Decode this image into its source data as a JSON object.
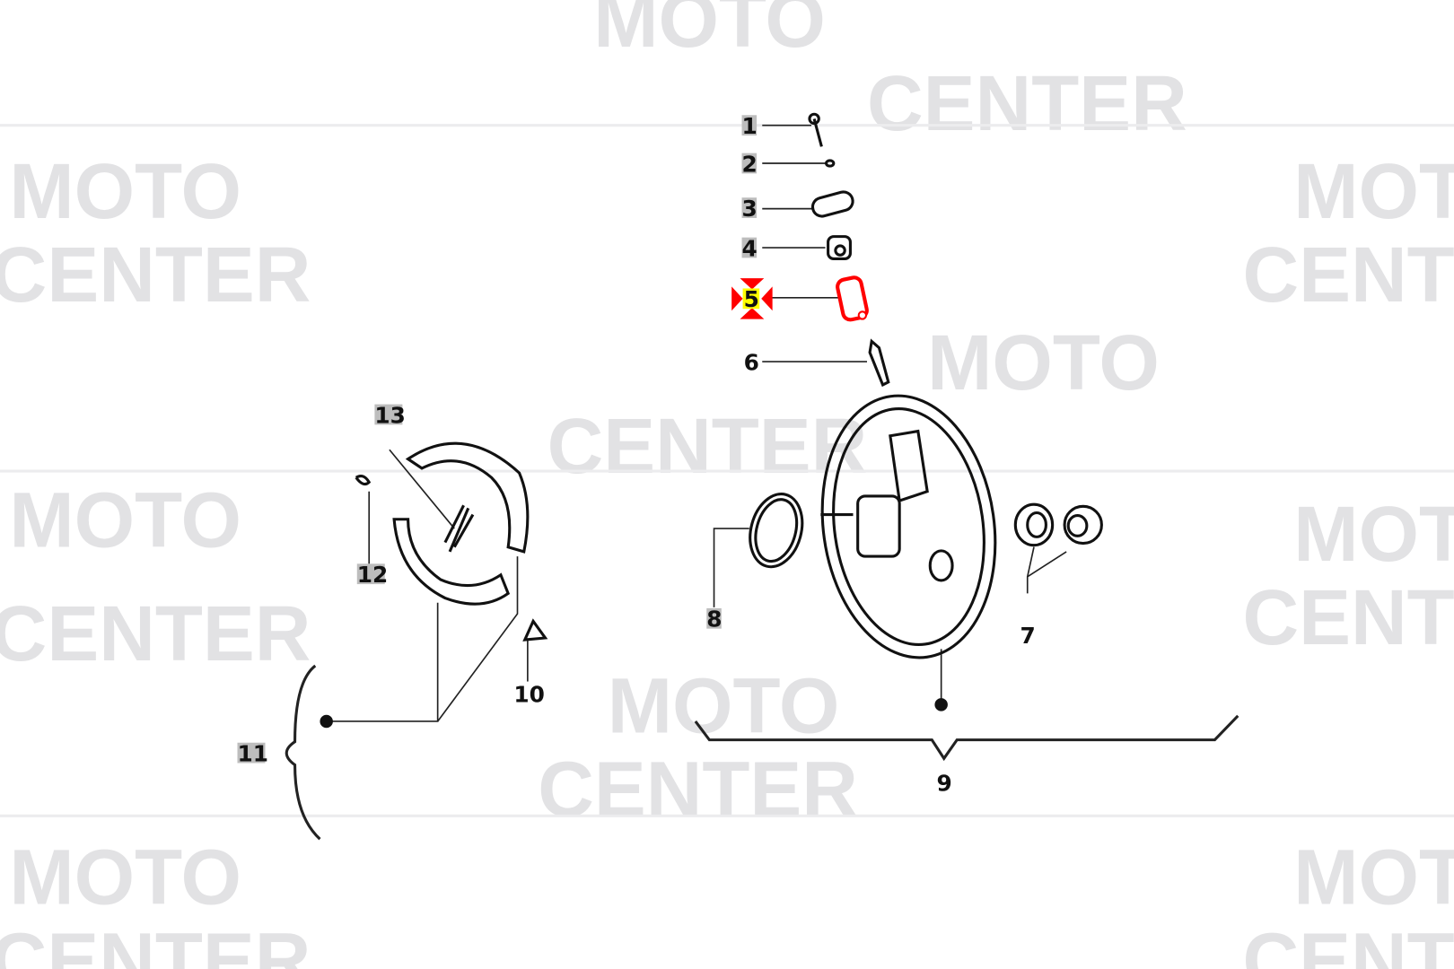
{
  "watermark": {
    "line1": "MOTO",
    "line2": "CENTER"
  },
  "callouts": [
    {
      "id": "1",
      "label": "1"
    },
    {
      "id": "2",
      "label": "2"
    },
    {
      "id": "3",
      "label": "3"
    },
    {
      "id": "4",
      "label": "4"
    },
    {
      "id": "5",
      "label": "5",
      "selected": true
    },
    {
      "id": "6",
      "label": "6"
    },
    {
      "id": "7",
      "label": "7"
    },
    {
      "id": "8",
      "label": "8"
    },
    {
      "id": "9",
      "label": "9"
    },
    {
      "id": "10",
      "label": "10"
    },
    {
      "id": "11",
      "label": "11"
    },
    {
      "id": "12",
      "label": "12"
    },
    {
      "id": "13",
      "label": "13"
    }
  ],
  "colors": {
    "highlight": "#ff0000",
    "selected_label_bg": "#ffff00",
    "watermark": "#e2e2e4"
  }
}
